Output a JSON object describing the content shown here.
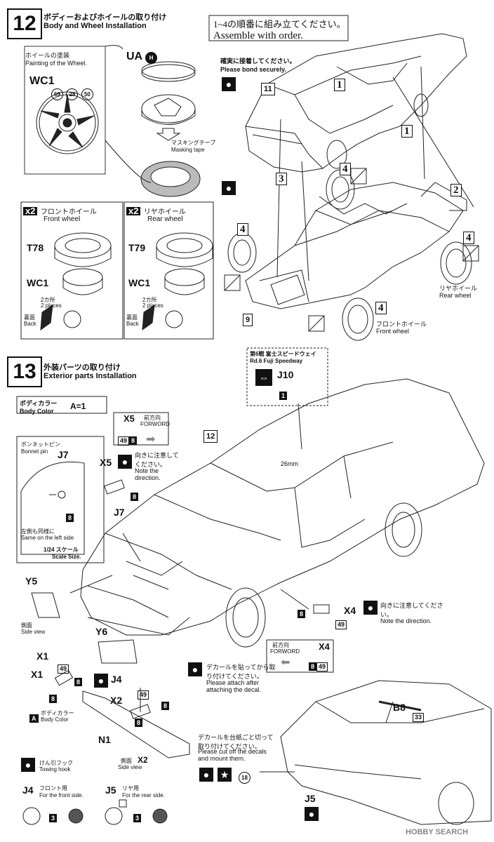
{
  "step12": {
    "number": "12",
    "title_jp": "ボディーおよびホイールの取り付け",
    "title_en": "Body and Wheel Installation",
    "order_note_jp": "1~4の順番に組み立てください。",
    "order_note_en": "Assemble with order.",
    "wheel_paint_jp": "ホイールの塗装",
    "wheel_paint_en": "Painting of the Wheel.",
    "wc1": "WC1",
    "paint_codes": [
      "69",
      "28",
      "50"
    ],
    "ua": "UA",
    "ua_badge": "H",
    "masking_jp": "マスキングテープ",
    "masking_en": "Masking tape",
    "bond_jp": "確実に接着してください。",
    "bond_en": "Please bond securely.",
    "front_wheel": {
      "qty": "x2",
      "jp": "フロントホイール",
      "en": "Front wheel",
      "tire": "T78",
      "wheel": "WC1"
    },
    "rear_wheel": {
      "qty": "x2",
      "jp": "リヤホイール",
      "en": "Rear wheel",
      "tire": "T79",
      "wheel": "WC1"
    },
    "two_places_jp": "2カ所",
    "two_places_en": "2 places",
    "back_jp": "裏面",
    "back_en": "Back",
    "callouts": {
      "c1a": "1",
      "c1b": "1",
      "c2": "2",
      "c3": "3",
      "c4a": "4",
      "c4b": "4",
      "c4c": "4",
      "c4d": "4",
      "p11": "11",
      "p9": "9"
    },
    "rear_wheel_label_jp": "リヤホイール",
    "rear_wheel_label_en": "Rear wheel",
    "front_wheel_label_jp": "フロントホイール",
    "front_wheel_label_en": "Front wheel"
  },
  "step13": {
    "number": "13",
    "title_jp": "外装パーツの取り付け",
    "title_en": "Exterior parts Installation",
    "race_jp": "第6戦 富士スピードウェイ",
    "race_en": "Rd.6 Fuji Speedway",
    "j10": "J10",
    "j10_part": "1",
    "body_color_jp": "ボディカラー",
    "body_color_en": "Body Color",
    "body_color_eq": "A=1",
    "x5": "X5",
    "forward_jp": "前方向",
    "forward_en": "FORWORD",
    "x5_codes": [
      "49",
      "8"
    ],
    "p12": "12",
    "dimension": "26mm",
    "note_dir_jp": "向きに注意してください。",
    "note_dir_en": "Note the direction.",
    "bonnet_pin_jp": "ボンネットピン",
    "bonnet_pin_en": "Bonnet pin",
    "j7": "J7",
    "left_same_jp": "左側も同様に",
    "left_same_en": "Same on the left side",
    "scale_jp": "1/24 スケール",
    "scale_en": "Scale Size.",
    "y5": "Y5",
    "y6": "Y6",
    "side_view_jp": "側面",
    "side_view_en": "Side view",
    "x1": "X1",
    "x1_codes": [
      "49",
      "8"
    ],
    "x2": "X2",
    "x2_codes": [
      "49",
      "8"
    ],
    "x4": "X4",
    "x4_codes": [
      "8",
      "49"
    ],
    "j4": "J4",
    "j5": "J5",
    "n1": "N1",
    "a_body_jp": "ボディカラー",
    "a_body_en": "Body Color",
    "decal_attach_jp": "デカールを貼ってから取り付けてください。",
    "decal_attach_en": "Please attach after attaching the decal.",
    "decal_cut_jp": "デカールを台紙ごと切って取り付けてください。",
    "decal_cut_en": "Please cut off the decals and mount them.",
    "decal_num": "18",
    "b8": "B8",
    "b8_code": "33",
    "towing_jp": "けん引フック",
    "towing_en": "Towing hook",
    "j4_front_jp": "フロント用",
    "j4_front_en": "For the front side.",
    "j5_rear_jp": "リヤ用",
    "j5_rear_en": "For the rear side.",
    "hook_code": "3"
  },
  "watermark": "HOBBY SEARCH"
}
